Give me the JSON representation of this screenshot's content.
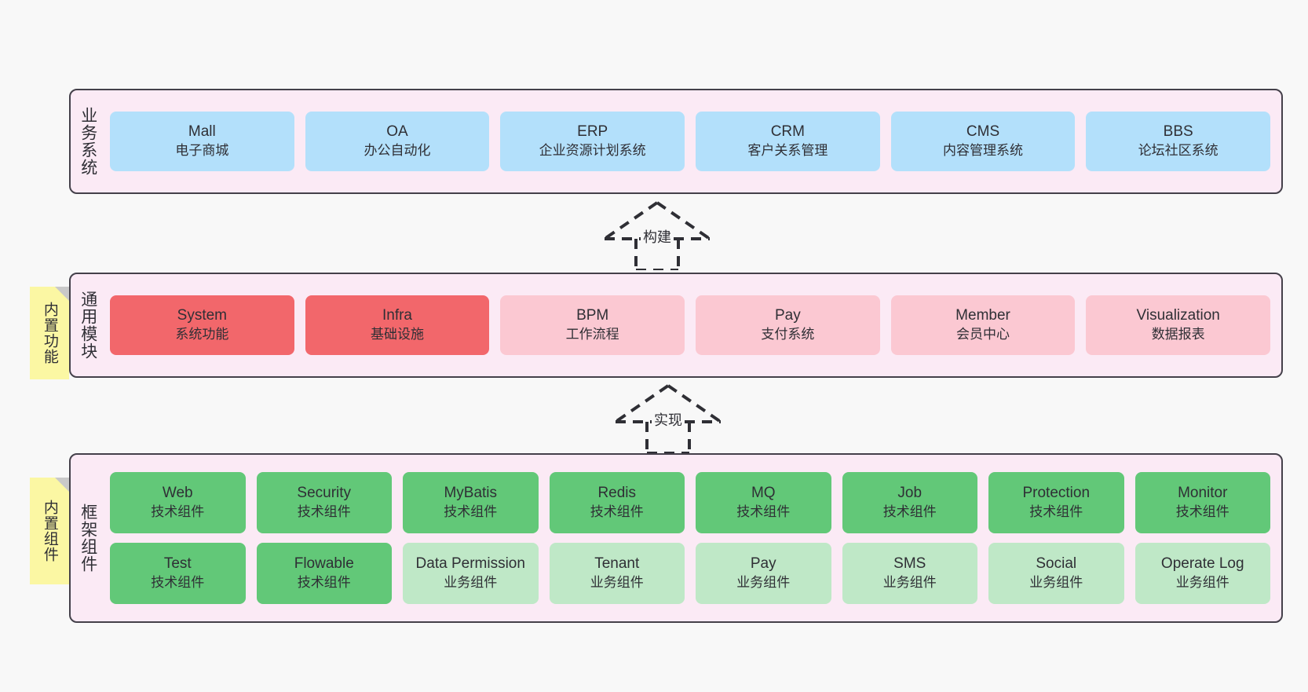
{
  "layers": [
    {
      "id": "business",
      "title": "业务系统",
      "rows": [
        {
          "nodes": [
            {
              "name": "Mall",
              "sub": "电子商城",
              "color": "c-blue"
            },
            {
              "name": "OA",
              "sub": "办公自动化",
              "color": "c-blue"
            },
            {
              "name": "ERP",
              "sub": "企业资源计划系统",
              "color": "c-blue"
            },
            {
              "name": "CRM",
              "sub": "客户关系管理",
              "color": "c-blue"
            },
            {
              "name": "CMS",
              "sub": "内容管理系统",
              "color": "c-blue"
            },
            {
              "name": "BBS",
              "sub": "论坛社区系统",
              "color": "c-blue"
            }
          ]
        }
      ]
    },
    {
      "id": "common",
      "title": "通用模块",
      "sticky": "内置功能",
      "rows": [
        {
          "nodes": [
            {
              "name": "System",
              "sub": "系统功能",
              "color": "c-red"
            },
            {
              "name": "Infra",
              "sub": "基础设施",
              "color": "c-red"
            },
            {
              "name": "BPM",
              "sub": "工作流程",
              "color": "c-pink"
            },
            {
              "name": "Pay",
              "sub": "支付系统",
              "color": "c-pink"
            },
            {
              "name": "Member",
              "sub": "会员中心",
              "color": "c-pink"
            },
            {
              "name": "Visualization",
              "sub": "数据报表",
              "color": "c-pink"
            }
          ]
        }
      ]
    },
    {
      "id": "frame",
      "title": "框架组件",
      "sticky": "内置组件",
      "rows": [
        {
          "nodes": [
            {
              "name": "Web",
              "sub": "技术组件",
              "color": "c-green"
            },
            {
              "name": "Security",
              "sub": "技术组件",
              "color": "c-green"
            },
            {
              "name": "MyBatis",
              "sub": "技术组件",
              "color": "c-green"
            },
            {
              "name": "Redis",
              "sub": "技术组件",
              "color": "c-green"
            },
            {
              "name": "MQ",
              "sub": "技术组件",
              "color": "c-green"
            },
            {
              "name": "Job",
              "sub": "技术组件",
              "color": "c-green"
            },
            {
              "name": "Protection",
              "sub": "技术组件",
              "color": "c-green"
            },
            {
              "name": "Monitor",
              "sub": "技术组件",
              "color": "c-green"
            }
          ]
        },
        {
          "nodes": [
            {
              "name": "Test",
              "sub": "技术组件",
              "color": "c-green"
            },
            {
              "name": "Flowable",
              "sub": "技术组件",
              "color": "c-green"
            },
            {
              "name": "Data Permission",
              "sub": "业务组件",
              "color": "c-lightgreen",
              "wrap": true
            },
            {
              "name": "Tenant",
              "sub": "业务组件",
              "color": "c-lightgreen"
            },
            {
              "name": "Pay",
              "sub": "业务组件",
              "color": "c-lightgreen"
            },
            {
              "name": "SMS",
              "sub": "业务组件",
              "color": "c-lightgreen"
            },
            {
              "name": "Social",
              "sub": "业务组件",
              "color": "c-lightgreen"
            },
            {
              "name": "Operate Log",
              "sub": "业务组件",
              "color": "c-lightgreen"
            }
          ]
        }
      ]
    }
  ],
  "connectors": [
    {
      "id": "build",
      "label": "构建"
    },
    {
      "id": "impl",
      "label": "实现"
    }
  ],
  "colors": {
    "band_bg": "#fbeaf5",
    "band_border": "#44404a",
    "blue": "#b3e0fb",
    "red": "#f2676b",
    "pink": "#fbc8d2",
    "green": "#62c878",
    "light_green": "#bfe8c7",
    "sticky": "#fbf7a3",
    "canvas": "#f8f8f8"
  }
}
